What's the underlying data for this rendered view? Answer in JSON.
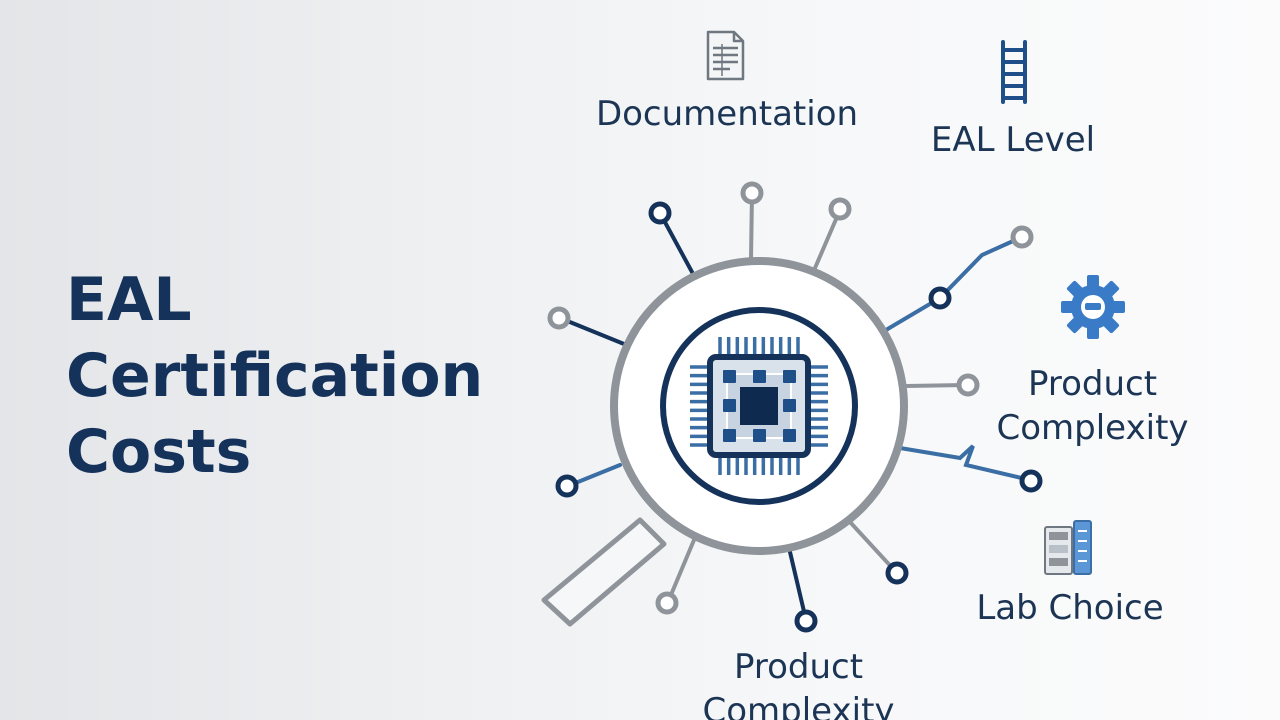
{
  "title": {
    "line1": "EAL",
    "line2": "Certification",
    "line3": "Costs"
  },
  "labels": {
    "documentation": "Documentation",
    "eal_level": "EAL Level",
    "product_complexity_right_line1": "Product",
    "product_complexity_right_line2": "Complexity",
    "lab_choice": "Lab Choice",
    "product_complexity_bottom_line1": "Product",
    "product_complexity_bottom_line2": "Complexity"
  },
  "icons": {
    "documentation": "document-icon",
    "eal_level": "ladder-icon",
    "product_complexity": "gear-icon",
    "lab_choice": "server-rack-icon",
    "center": "microchip-icon",
    "magnifier": "magnifying-glass-icon"
  },
  "colors": {
    "navy": "#14325a",
    "blue": "#3a6ea5",
    "gray": "#8e949a",
    "chip_fill": "#d9e1ea"
  }
}
